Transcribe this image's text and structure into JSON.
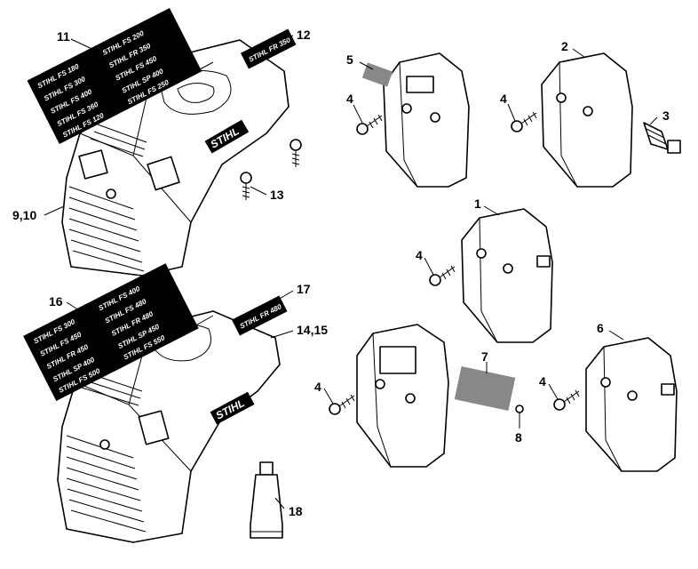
{
  "part_numbers": {
    "p1": "1",
    "p2": "2",
    "p3": "3",
    "p4a": "4",
    "p4b": "4",
    "p4c": "4",
    "p4d": "4",
    "p4e": "4",
    "p5": "5",
    "p6": "6",
    "p7": "7",
    "p8": "8",
    "p9_10": "9,10",
    "p11": "11",
    "p12": "12",
    "p13": "13",
    "p14_15": "14,15",
    "p16": "16",
    "p17": "17",
    "p18": "18"
  },
  "brand": "STIHL",
  "decal_sheet_top": [
    "STIHL FS 180",
    "STIHL FS 200",
    "STIHL FS 300",
    "STIHL FR 350",
    "STIHL FS 400",
    "STIHL FS 450",
    "STIHL FS 360",
    "STIHL SP 400",
    "STIHL FS 120",
    "STIHL FS 250"
  ],
  "decal_single_top": "STIHL FR 350",
  "decal_sheet_bottom": [
    "STIHL FS 300",
    "STIHL FS 400",
    "STIHL FS 450",
    "STIHL FS 480",
    "STIHL FR 450",
    "STIHL FR 480",
    "STIHL SP 400",
    "STIHL SP 450",
    "STIHL FS 500",
    "STIHL FS 550"
  ],
  "decal_single_bottom": "STIHL FR 480"
}
